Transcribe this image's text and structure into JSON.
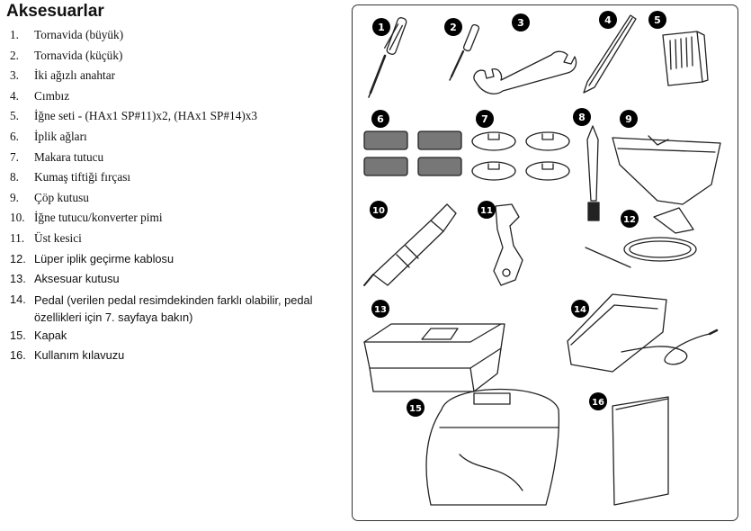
{
  "heading": "Aksesuarlar",
  "items": [
    {
      "num": "1.",
      "text": "Tornavida (büyük)"
    },
    {
      "num": "2.",
      "text": "Tornavida (küçük)"
    },
    {
      "num": "3.",
      "text": "İki ağızlı anahtar"
    },
    {
      "num": "4.",
      "text": "Cımbız"
    },
    {
      "num": "5.",
      "text": "İğne seti - (HAx1 SP#11)x2, (HAx1 SP#14)x3"
    },
    {
      "num": "6.",
      "text": "İplik ağları"
    },
    {
      "num": "7.",
      "text": "Makara tutucu"
    },
    {
      "num": "8.",
      "text": "Kumaş tiftiği fırçası"
    },
    {
      "num": "9.",
      "text": "Çöp kutusu"
    },
    {
      "num": "10.",
      "text": "İğne tutucu/konverter pimi"
    },
    {
      "num": "11.",
      "text": "Üst kesici"
    },
    {
      "num": "12.",
      "text": "Lüper iplik geçirme kablosu"
    },
    {
      "num": "13.",
      "text": "Aksesuar kutusu"
    },
    {
      "num": "14.",
      "text": "Pedal (verilen pedal resimdekinden farklı olabilir, pedal özellikleri için 7. sayfaya bakın)"
    },
    {
      "num": "15.",
      "text": "Kapak"
    },
    {
      "num": "16.",
      "text": "Kullanım kılavuzu"
    }
  ],
  "badges": [
    "1",
    "2",
    "3",
    "4",
    "5",
    "6",
    "7",
    "8",
    "9",
    "10",
    "11",
    "12",
    "13",
    "14",
    "15",
    "16"
  ]
}
